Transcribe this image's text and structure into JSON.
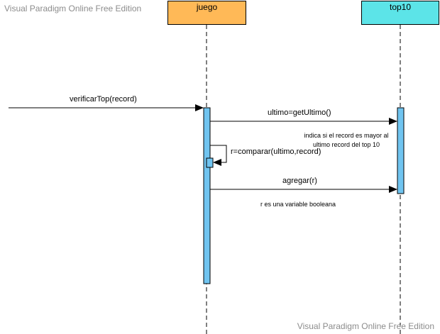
{
  "watermark": "Visual Paradigm Online Free Edition",
  "colors": {
    "juego_head": "#ffb957",
    "top10_head": "#5ce4e8",
    "activation": "#70c4f0",
    "line": "#000000",
    "watermark": "#8c8c8c"
  },
  "lifelines": {
    "juego": {
      "name": "juego"
    },
    "top10": {
      "name": "top10"
    }
  },
  "messages": {
    "verificar": "verificarTop(record)",
    "get_ultimo": "ultimo=getUltimo()",
    "comparar": "r=comparar(ultimo,record)",
    "agregar": "agregar(r)"
  },
  "notes": {
    "record_line1": "indica si el record es mayor al",
    "record_line2": "ultimo record del top 10",
    "boolean": "r es una variable booleana"
  }
}
